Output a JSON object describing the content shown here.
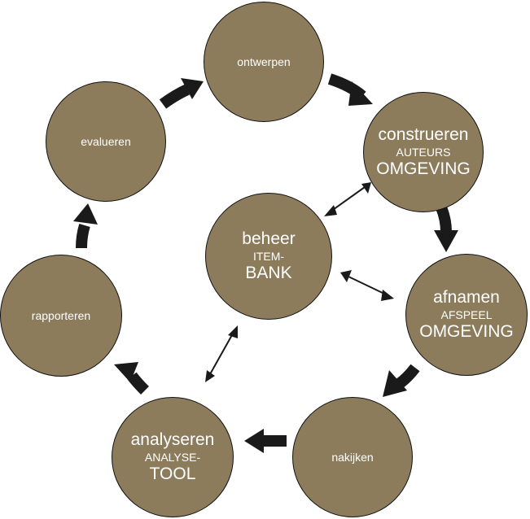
{
  "nodes": {
    "ontwerpen": {
      "label": "ontwerpen"
    },
    "construeren": {
      "title": "construeren",
      "sub": "AUTEURS",
      "big": "OMGEVING"
    },
    "afnamen": {
      "title": "afnamen",
      "sub": "AFSPEEL",
      "big": "OMGEVING"
    },
    "nakijken": {
      "label": "nakijken"
    },
    "analyseren": {
      "title": "analyseren",
      "sub": "ANALYSE-",
      "big": "TOOL"
    },
    "rapporteren": {
      "label": "rapporteren"
    },
    "evalueren": {
      "label": "evalueren"
    },
    "beheer": {
      "title": "beheer",
      "sub": "ITEM-",
      "big": "BANK"
    }
  },
  "colors": {
    "node_fill": "#8c7c5c",
    "arrow": "#1a1a1a",
    "text": "#ffffff"
  }
}
